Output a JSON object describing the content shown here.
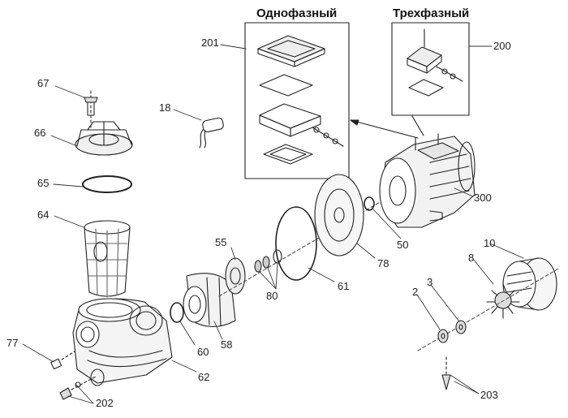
{
  "header": {
    "single_phase": "Однофазный",
    "three_phase": "Трехфазный"
  },
  "callouts": {
    "c67": "67",
    "c66": "66",
    "c65": "65",
    "c64": "64",
    "c77": "77",
    "c202": "202",
    "c62": "62",
    "c60": "60",
    "c58": "58",
    "c55": "55",
    "c80": "80",
    "c61": "61",
    "c78": "78",
    "c50": "50",
    "c300": "300",
    "c18": "18",
    "c201": "201",
    "c200": "200",
    "c10": "10",
    "c8": "8",
    "c3": "3",
    "c2": "2",
    "c203": "203"
  }
}
